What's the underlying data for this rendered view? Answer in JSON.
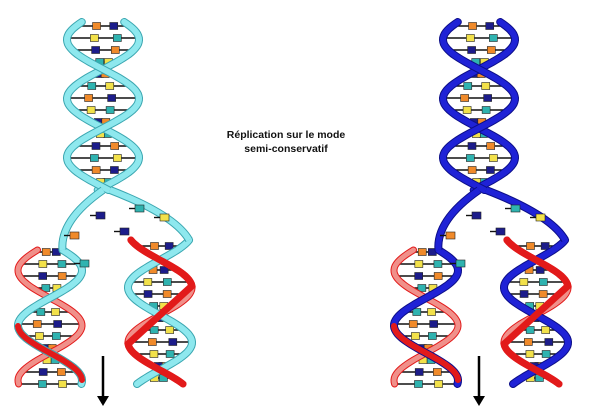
{
  "caption": {
    "line1": "Réplication sur le mode",
    "line2": "semi-conservatif"
  },
  "colors": {
    "parental_strand_left": "#8ee8ee",
    "parental_strand_left_edge": "#3aa6b0",
    "parental_strand_right": "#1f22d6",
    "parental_strand_right_edge": "#0c0e88",
    "new_strand": "#e21a1a",
    "new_strand_back": "#f0908a",
    "rung": "#111111",
    "base_dark_blue": "#1c1c8a",
    "base_teal": "#2fb3b0",
    "base_orange": "#f08a2a",
    "base_yellow": "#f2e14a",
    "arrow": "#000000"
  },
  "diagrams": [
    {
      "variant": "light-strand-copy"
    },
    {
      "variant": "dark-strand-copy"
    }
  ]
}
